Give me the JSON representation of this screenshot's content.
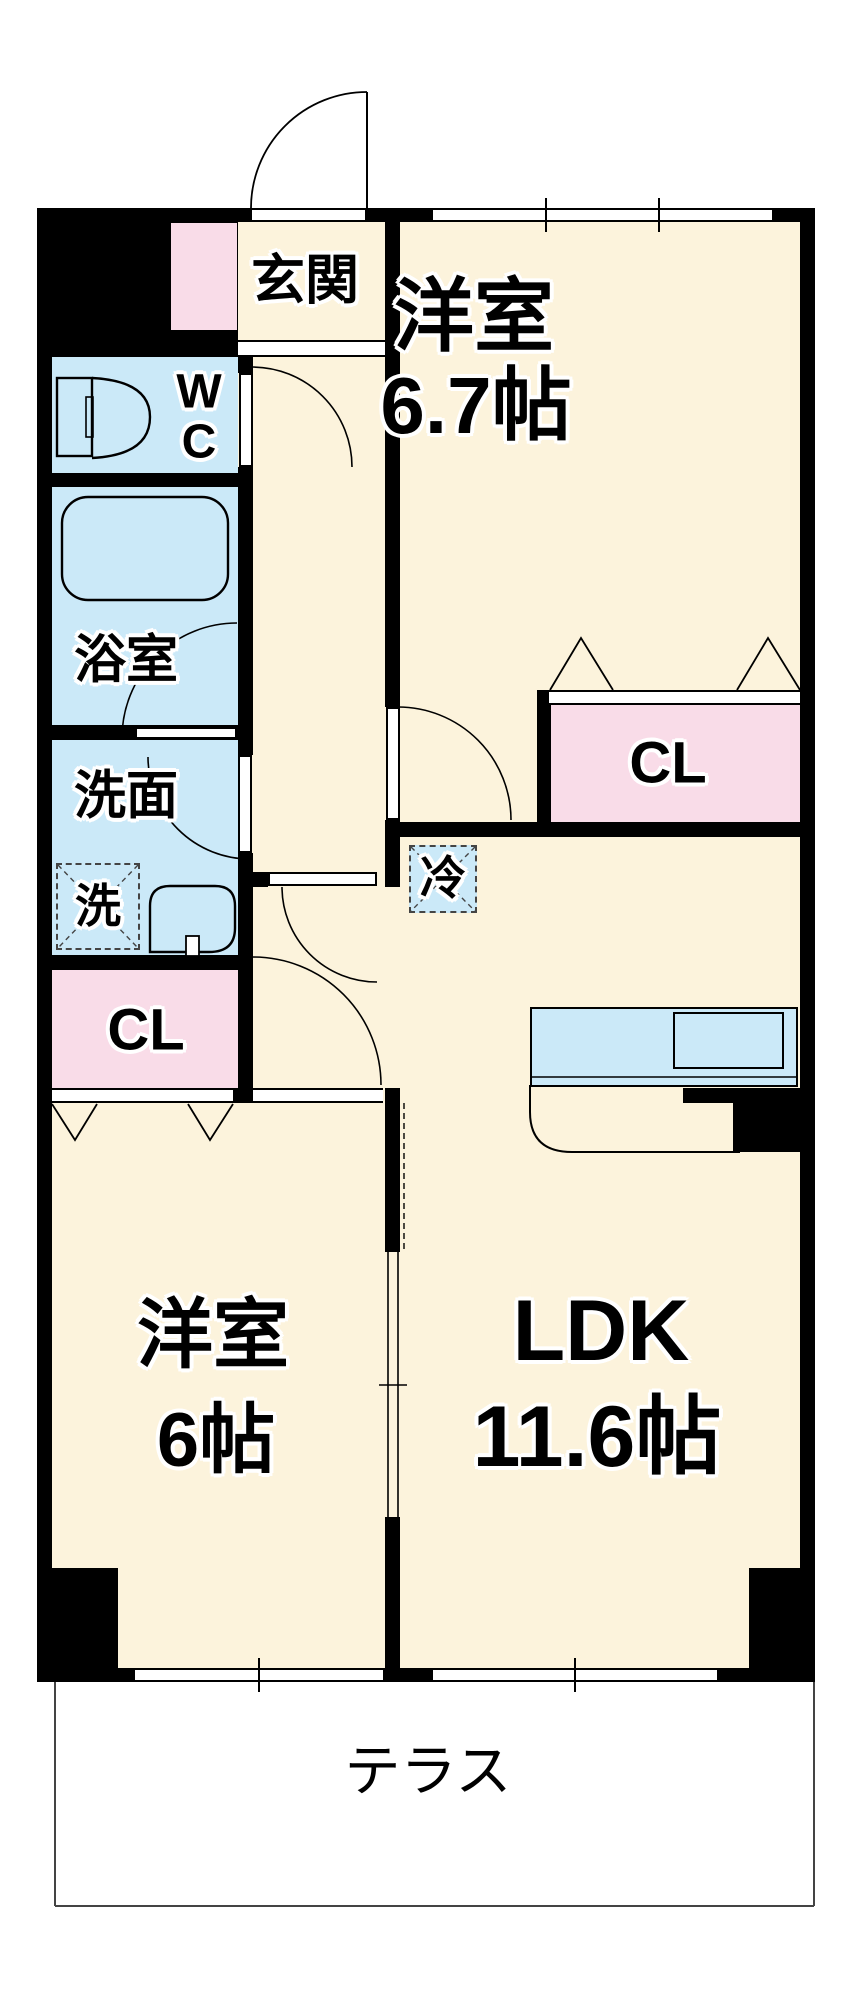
{
  "floor_plan": {
    "rooms": [
      {
        "label": "玄関",
        "size": ""
      },
      {
        "label": "WC",
        "size": ""
      },
      {
        "label": "浴室",
        "size": ""
      },
      {
        "label": "洗面",
        "size": ""
      },
      {
        "label": "CL",
        "size": ""
      },
      {
        "label": "洋室",
        "size": "6.7帖"
      },
      {
        "label": "CL",
        "size": ""
      },
      {
        "label": "洋室",
        "size": "6帖"
      },
      {
        "label": "LDK",
        "size": "11.6帖"
      },
      {
        "label": "テラス",
        "size": ""
      }
    ],
    "fixtures": [
      "toilet",
      "bathtub",
      "washbasin",
      "washing-machine-space",
      "refrigerator-space",
      "kitchen-counter-with-sink"
    ],
    "colors": {
      "floor_cream": "#fcf3dc",
      "wet_area_blue": "#cbe9f8",
      "closet_pink": "#f9dce8",
      "wall_black": "#000000",
      "terrace_white": "#ffffff"
    }
  },
  "labels": {
    "genkan": "玄関",
    "wc_line1": "W",
    "wc_line2": "C",
    "bathroom": "浴室",
    "washroom": "洗面",
    "washer": "洗",
    "closet_left": "CL",
    "closet_right": "CL",
    "room1_name": "洋室",
    "room1_size": "6.7帖",
    "room2_name": "洋室",
    "room2_size": "6帖",
    "ldk_name": "LDK",
    "ldk_size": "11.6帖",
    "fridge": "冷",
    "terrace": "テラス"
  }
}
